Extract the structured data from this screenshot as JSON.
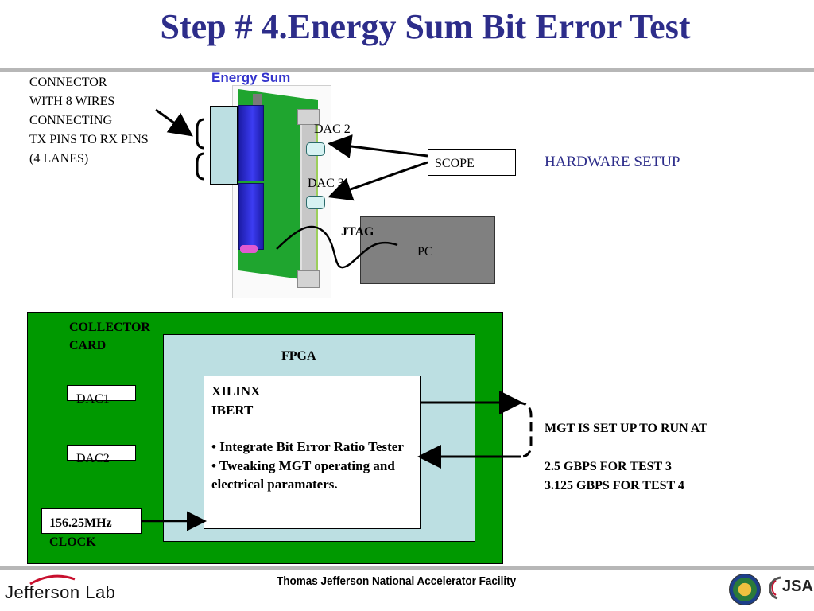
{
  "header": {
    "title": "Step # 4.Energy Sum Bit Error Test"
  },
  "hardware": {
    "board_label": "Energy Sum",
    "connector_note": [
      "CONNECTOR",
      "WITH 8 WIRES",
      "CONNECTING",
      "TX PINS TO RX PINS",
      "(4 LANES)"
    ],
    "dac2": "DAC 2",
    "dac3": "DAC 3",
    "scope": "SCOPE",
    "jtag": "JTAG",
    "pc": "PC",
    "setup_label": "HARDWARE SETUP"
  },
  "block": {
    "collector": [
      "COLLECTOR",
      "CARD"
    ],
    "fpga": "FPGA",
    "ibert_title": [
      "XILINX",
      "IBERT"
    ],
    "ibert_bullets": [
      "• Integrate Bit Error Ratio Tester",
      "• Tweaking MGT operating and electrical paramaters."
    ],
    "dac1": "DAC1",
    "dac2": "DAC2",
    "clock": [
      "156.25MHz",
      "CLOCK"
    ],
    "mgt_note": "MGT IS SET UP TO RUN AT",
    "rate1": "2.5 GBPS FOR TEST 3",
    "rate2": "3.125 GBPS FOR TEST 4"
  },
  "footer": {
    "lab_logo": "Jefferson Lab",
    "facility": "Thomas Jefferson National Accelerator Facility",
    "jsa_logo": "JSA"
  },
  "colors": {
    "title": "#2d2d8a",
    "green": "#009900",
    "light_blue": "#bcdfe2",
    "pc_gray": "#808080",
    "blue_text": "#3333cc"
  }
}
